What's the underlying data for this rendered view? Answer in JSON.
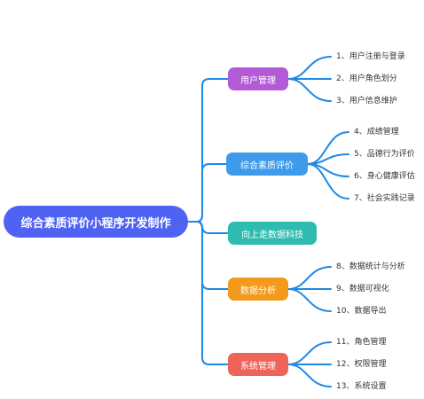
{
  "root": {
    "label": "综合素质评价小程序开发制作"
  },
  "branches": [
    {
      "label": "用户管理",
      "color": "#b35ad6",
      "leaves": [
        "1、用户注册与登录",
        "2、用户角色划分",
        "3、用户信息维护"
      ]
    },
    {
      "label": "综合素质评价",
      "color": "#3d9be9",
      "leaves": [
        "4、成绩管理",
        "5、品德行为评价",
        "6、身心健康评估",
        "7、社会实践记录"
      ]
    },
    {
      "label": "向上走数据科技",
      "color": "#2fbbb0",
      "leaves": []
    },
    {
      "label": "数据分析",
      "color": "#f39a1d",
      "leaves": [
        "8、数据统计与分析",
        "9、数据可视化",
        "10、数据导出"
      ]
    },
    {
      "label": "系统管理",
      "color": "#ee6458",
      "leaves": [
        "11、角色管理",
        "12、权限管理",
        "13、系统设置"
      ]
    }
  ],
  "connector_color": "#1e88e5"
}
